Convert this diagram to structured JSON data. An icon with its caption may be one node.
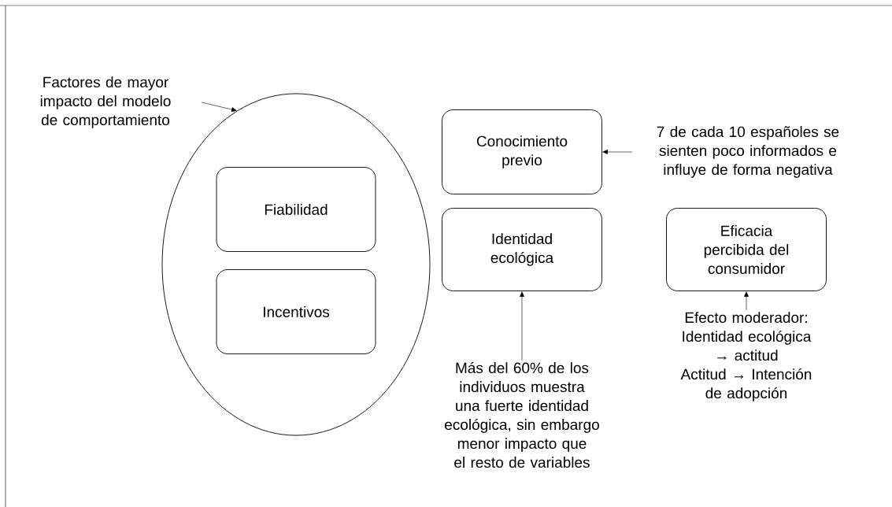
{
  "diagram": {
    "nodes": [
      {
        "text": [
          "Factores de mayor impacto del modelo de comportamiento"
        ]
      },
      {
        "text": [],
        "shape": "circle"
      },
      {
        "text": [
          "Fiabilidad"
        ],
        "in": 1
      },
      {
        "text": [
          "Incentivos"
        ],
        "in": 1
      },
      {
        "text": [
          "Conocimiento previo"
        ]
      },
      {
        "text": [
          "7 de cada 10 españoles se sienten poco informados e influye de forma negativa"
        ]
      },
      {
        "text": [
          "Identidad ecológica"
        ]
      },
      {
        "text": [
          "Eficacia percibida del consumidor"
        ]
      },
      {
        "text": [
          "Más del 60% de los individuos muestra una fuerte identidad ecológica, sin embargo menor impacto que el resto de variables"
        ]
      },
      {
        "text": [
          "Efecto moderador:",
          "Identidad ecológica → actitud",
          "Actitud → Intención de adopción"
        ]
      }
    ],
    "edges": [
      {
        "from": 0,
        "to": 1,
        "arrow": "to"
      },
      {
        "from": 5,
        "to": 4,
        "arrow": "to"
      },
      {
        "from": 8,
        "to": 6,
        "arrow": "to"
      },
      {
        "from": 9,
        "to": 7,
        "arrow": "to"
      }
    ]
  }
}
